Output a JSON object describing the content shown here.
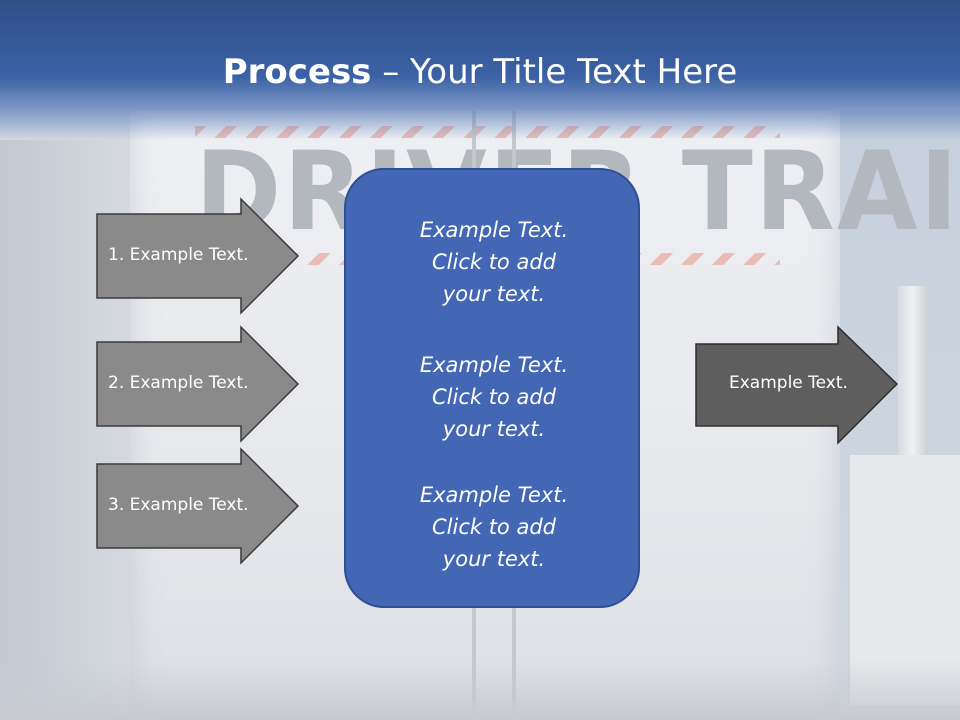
{
  "title": {
    "bold": "Process",
    "rest": " – Your Title Text Here"
  },
  "watermark": "DRIVER TRAINING",
  "left_arrows": [
    {
      "label": "1. Example Text."
    },
    {
      "label": "2. Example Text."
    },
    {
      "label": "3. Example Text."
    }
  ],
  "center_blocks": [
    {
      "line1": "Example Text.",
      "line2": "Click  to add",
      "line3": "your text."
    },
    {
      "line1": "Example Text.",
      "line2": "Click  to add",
      "line3": "your text."
    },
    {
      "line1": "Example Text.",
      "line2": "Click  to add",
      "line3": "your text."
    }
  ],
  "right_arrow": {
    "label": "Example Text."
  },
  "colors": {
    "title_bar": "#3b62a6",
    "center_box": "#4367b5",
    "left_arrow_fill": "#8a8a8a",
    "right_arrow_fill": "#5e5e5e"
  }
}
